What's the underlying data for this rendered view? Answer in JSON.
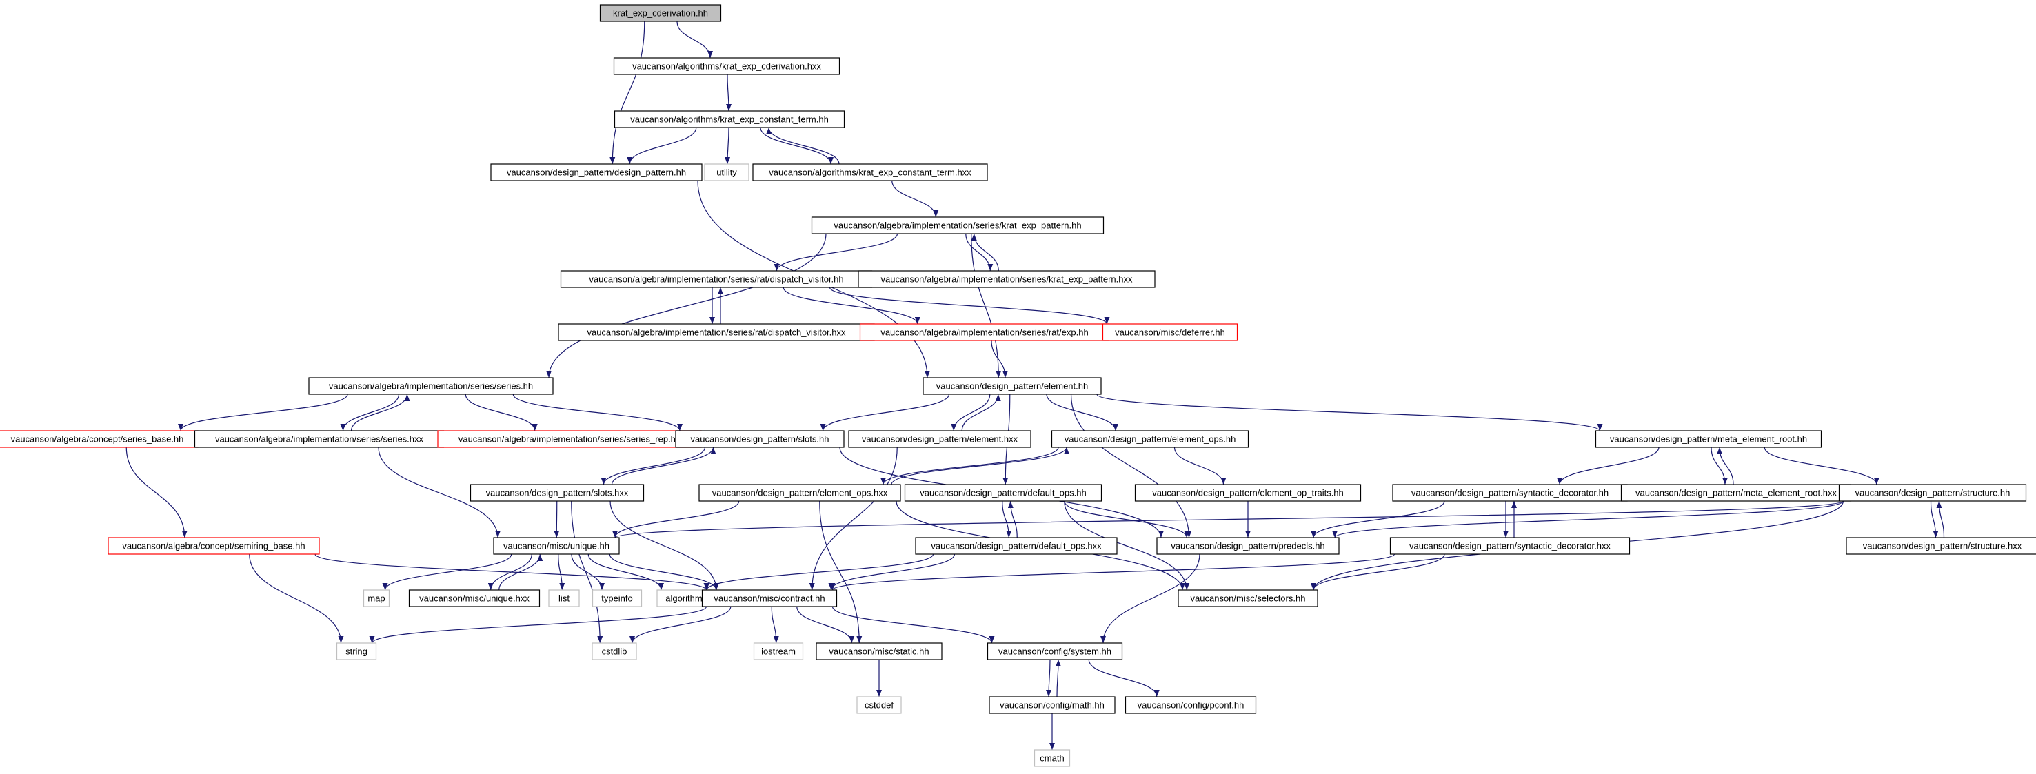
{
  "colors": {
    "edge": "#191970",
    "border_normal": "#000000",
    "border_red": "#ff0000",
    "border_gray": "#bfbfbf",
    "root_fill": "#bfbfbf",
    "node_fill": "#ffffff"
  },
  "nodes": [
    {
      "id": "root",
      "label": "krat_exp_cderivation.hh",
      "style": "root"
    },
    {
      "id": "kecd_hxx",
      "label": "vaucanson/algorithms/krat_exp_cderivation.hxx",
      "style": "normal"
    },
    {
      "id": "kect_hh",
      "label": "vaucanson/algorithms/krat_exp_constant_term.hh",
      "style": "normal"
    },
    {
      "id": "dp_hh",
      "label": "vaucanson/design_pattern/design_pattern.hh",
      "style": "normal"
    },
    {
      "id": "utility",
      "label": "utility",
      "style": "gray"
    },
    {
      "id": "kect_hxx",
      "label": "vaucanson/algorithms/krat_exp_constant_term.hxx",
      "style": "normal"
    },
    {
      "id": "kep_hh",
      "label": "vaucanson/algebra/implementation/series/krat_exp_pattern.hh",
      "style": "normal"
    },
    {
      "id": "dv_hh",
      "label": "vaucanson/algebra/implementation/series/rat/dispatch_visitor.hh",
      "style": "normal"
    },
    {
      "id": "kep_hxx",
      "label": "vaucanson/algebra/implementation/series/krat_exp_pattern.hxx",
      "style": "normal"
    },
    {
      "id": "dv_hxx",
      "label": "vaucanson/algebra/implementation/series/rat/dispatch_visitor.hxx",
      "style": "normal"
    },
    {
      "id": "exp_hh",
      "label": "vaucanson/algebra/implementation/series/rat/exp.hh",
      "style": "red"
    },
    {
      "id": "deferrer",
      "label": "vaucanson/misc/deferrer.hh",
      "style": "red"
    },
    {
      "id": "series_hh",
      "label": "vaucanson/algebra/implementation/series/series.hh",
      "style": "normal"
    },
    {
      "id": "element_hh",
      "label": "vaucanson/design_pattern/element.hh",
      "style": "normal"
    },
    {
      "id": "series_base",
      "label": "vaucanson/algebra/concept/series_base.hh",
      "style": "red"
    },
    {
      "id": "series_hxx",
      "label": "vaucanson/algebra/implementation/series/series.hxx",
      "style": "normal"
    },
    {
      "id": "series_rep",
      "label": "vaucanson/algebra/implementation/series/series_rep.hh",
      "style": "red"
    },
    {
      "id": "slots_hh",
      "label": "vaucanson/design_pattern/slots.hh",
      "style": "normal"
    },
    {
      "id": "element_hxx",
      "label": "vaucanson/design_pattern/element.hxx",
      "style": "normal"
    },
    {
      "id": "element_ops_hh",
      "label": "vaucanson/design_pattern/element_ops.hh",
      "style": "normal"
    },
    {
      "id": "mer_hh",
      "label": "vaucanson/design_pattern/meta_element_root.hh",
      "style": "normal"
    },
    {
      "id": "semiring_base",
      "label": "vaucanson/algebra/concept/semiring_base.hh",
      "style": "red"
    },
    {
      "id": "slots_hxx",
      "label": "vaucanson/design_pattern/slots.hxx",
      "style": "normal"
    },
    {
      "id": "element_ops_hxx",
      "label": "vaucanson/design_pattern/element_ops.hxx",
      "style": "normal"
    },
    {
      "id": "default_ops_hh",
      "label": "vaucanson/design_pattern/default_ops.hh",
      "style": "normal"
    },
    {
      "id": "eot_hh",
      "label": "vaucanson/design_pattern/element_op_traits.hh",
      "style": "normal"
    },
    {
      "id": "sd_hh",
      "label": "vaucanson/design_pattern/syntactic_decorator.hh",
      "style": "normal"
    },
    {
      "id": "mer_hxx",
      "label": "vaucanson/design_pattern/meta_element_root.hxx",
      "style": "normal"
    },
    {
      "id": "structure_hh",
      "label": "vaucanson/design_pattern/structure.hh",
      "style": "normal"
    },
    {
      "id": "unique_hh",
      "label": "vaucanson/misc/unique.hh",
      "style": "normal"
    },
    {
      "id": "default_ops_hxx",
      "label": "vaucanson/design_pattern/default_ops.hxx",
      "style": "normal"
    },
    {
      "id": "predecls",
      "label": "vaucanson/design_pattern/predecls.hh",
      "style": "normal"
    },
    {
      "id": "sd_hxx",
      "label": "vaucanson/design_pattern/syntactic_decorator.hxx",
      "style": "normal"
    },
    {
      "id": "structure_hxx",
      "label": "vaucanson/design_pattern/structure.hxx",
      "style": "normal"
    },
    {
      "id": "map",
      "label": "map",
      "style": "gray"
    },
    {
      "id": "unique_hxx",
      "label": "vaucanson/misc/unique.hxx",
      "style": "normal"
    },
    {
      "id": "list",
      "label": "list",
      "style": "gray"
    },
    {
      "id": "typeinfo",
      "label": "typeinfo",
      "style": "gray"
    },
    {
      "id": "algorithm",
      "label": "algorithm",
      "style": "gray"
    },
    {
      "id": "contract",
      "label": "vaucanson/misc/contract.hh",
      "style": "normal"
    },
    {
      "id": "selectors",
      "label": "vaucanson/misc/selectors.hh",
      "style": "normal"
    },
    {
      "id": "string",
      "label": "string",
      "style": "gray"
    },
    {
      "id": "cstdlib",
      "label": "cstdlib",
      "style": "gray"
    },
    {
      "id": "iostream",
      "label": "iostream",
      "style": "gray"
    },
    {
      "id": "static_hh",
      "label": "vaucanson/misc/static.hh",
      "style": "normal"
    },
    {
      "id": "system_hh",
      "label": "vaucanson/config/system.hh",
      "style": "normal"
    },
    {
      "id": "cstddef",
      "label": "cstddef",
      "style": "gray"
    },
    {
      "id": "math_hh",
      "label": "vaucanson/config/math.hh",
      "style": "normal"
    },
    {
      "id": "pconf",
      "label": "vaucanson/config/pconf.hh",
      "style": "normal"
    },
    {
      "id": "cmath",
      "label": "cmath",
      "style": "gray"
    }
  ],
  "edges": [
    [
      "root",
      "kecd_hxx"
    ],
    [
      "root",
      "dp_hh"
    ],
    [
      "kecd_hxx",
      "kect_hh"
    ],
    [
      "kect_hh",
      "dp_hh"
    ],
    [
      "kect_hh",
      "utility"
    ],
    [
      "kect_hh",
      "kect_hxx"
    ],
    [
      "kect_hxx",
      "kect_hh"
    ],
    [
      "kect_hxx",
      "kep_hh"
    ],
    [
      "dp_hh",
      "element_hh"
    ],
    [
      "kep_hh",
      "dv_hh"
    ],
    [
      "kep_hh",
      "kep_hxx"
    ],
    [
      "kep_hh",
      "series_hh"
    ],
    [
      "kep_hh",
      "element_hh"
    ],
    [
      "kep_hxx",
      "kep_hh"
    ],
    [
      "dv_hh",
      "dv_hxx"
    ],
    [
      "dv_hh",
      "exp_hh"
    ],
    [
      "dv_hh",
      "deferrer"
    ],
    [
      "dv_hxx",
      "dv_hh"
    ],
    [
      "exp_hh",
      "element_hh"
    ],
    [
      "series_hh",
      "series_base"
    ],
    [
      "series_hh",
      "series_hxx"
    ],
    [
      "series_hh",
      "series_rep"
    ],
    [
      "series_hh",
      "slots_hh"
    ],
    [
      "series_hxx",
      "series_hh"
    ],
    [
      "series_hxx",
      "unique_hh"
    ],
    [
      "series_base",
      "semiring_base"
    ],
    [
      "semiring_base",
      "string"
    ],
    [
      "semiring_base",
      "contract"
    ],
    [
      "element_hh",
      "slots_hh"
    ],
    [
      "element_hh",
      "element_hxx"
    ],
    [
      "element_hh",
      "element_ops_hh"
    ],
    [
      "element_hh",
      "mer_hh"
    ],
    [
      "element_hh",
      "default_ops_hh"
    ],
    [
      "element_hh",
      "predecls"
    ],
    [
      "element_hxx",
      "element_hh"
    ],
    [
      "element_hxx",
      "contract"
    ],
    [
      "slots_hh",
      "slots_hxx"
    ],
    [
      "slots_hh",
      "predecls"
    ],
    [
      "slots_hxx",
      "slots_hh"
    ],
    [
      "slots_hxx",
      "unique_hh"
    ],
    [
      "slots_hxx",
      "contract"
    ],
    [
      "slots_hxx",
      "cstdlib"
    ],
    [
      "element_ops_hh",
      "element_ops_hxx"
    ],
    [
      "element_ops_hh",
      "eot_hh"
    ],
    [
      "element_ops_hxx",
      "element_ops_hh"
    ],
    [
      "element_ops_hxx",
      "unique_hh"
    ],
    [
      "element_ops_hxx",
      "static_hh"
    ],
    [
      "element_ops_hxx",
      "selectors"
    ],
    [
      "default_ops_hh",
      "default_ops_hxx"
    ],
    [
      "default_ops_hh",
      "predecls"
    ],
    [
      "default_ops_hh",
      "selectors"
    ],
    [
      "default_ops_hxx",
      "default_ops_hh"
    ],
    [
      "default_ops_hxx",
      "algorithm"
    ],
    [
      "default_ops_hxx",
      "contract"
    ],
    [
      "eot_hh",
      "predecls"
    ],
    [
      "mer_hh",
      "sd_hh"
    ],
    [
      "mer_hh",
      "mer_hxx"
    ],
    [
      "mer_hh",
      "structure_hh"
    ],
    [
      "mer_hxx",
      "mer_hh"
    ],
    [
      "sd_hh",
      "sd_hxx"
    ],
    [
      "sd_hh",
      "predecls"
    ],
    [
      "sd_hxx",
      "sd_hh"
    ],
    [
      "sd_hxx",
      "contract"
    ],
    [
      "sd_hxx",
      "selectors"
    ],
    [
      "structure_hh",
      "structure_hxx"
    ],
    [
      "structure_hh",
      "predecls"
    ],
    [
      "structure_hh",
      "selectors"
    ],
    [
      "structure_hh",
      "unique_hh"
    ],
    [
      "structure_hxx",
      "structure_hh"
    ],
    [
      "predecls",
      "system_hh"
    ],
    [
      "unique_hh",
      "map"
    ],
    [
      "unique_hh",
      "unique_hxx"
    ],
    [
      "unique_hh",
      "list"
    ],
    [
      "unique_hh",
      "typeinfo"
    ],
    [
      "unique_hh",
      "algorithm"
    ],
    [
      "unique_hh",
      "contract"
    ],
    [
      "unique_hxx",
      "unique_hh"
    ],
    [
      "contract",
      "string"
    ],
    [
      "contract",
      "cstdlib"
    ],
    [
      "contract",
      "iostream"
    ],
    [
      "contract",
      "static_hh"
    ],
    [
      "contract",
      "system_hh"
    ],
    [
      "static_hh",
      "cstddef"
    ],
    [
      "system_hh",
      "math_hh"
    ],
    [
      "system_hh",
      "pconf"
    ],
    [
      "math_hh",
      "system_hh"
    ],
    [
      "math_hh",
      "cmath"
    ]
  ]
}
